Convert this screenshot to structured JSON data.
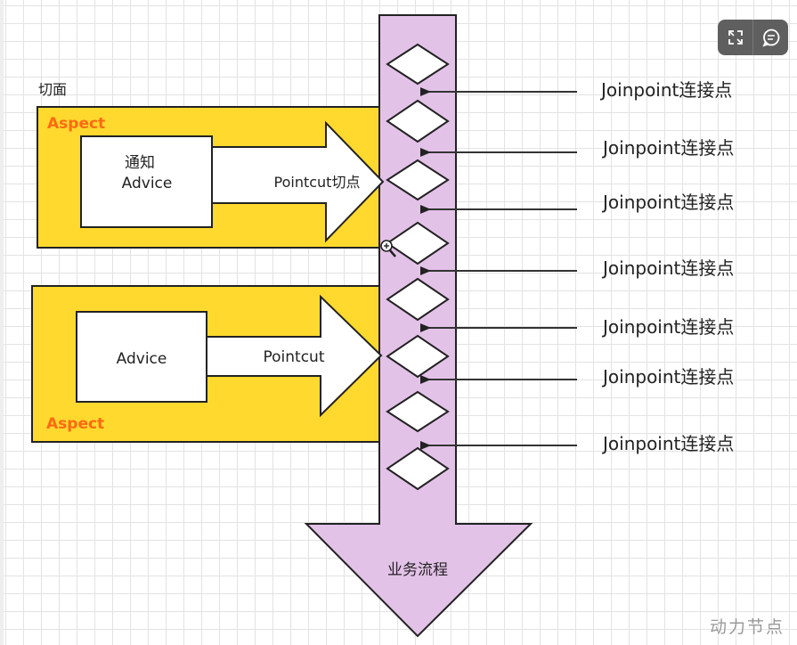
{
  "diagram": {
    "section_title": "切面",
    "aspect_top": {
      "label": "Aspect",
      "advice_line1": "通知",
      "advice_line2": "Advice",
      "pointcut_label": "Pointcut切点"
    },
    "aspect_bottom": {
      "label": "Aspect",
      "advice_label": "Advice",
      "pointcut_label": "Pointcut"
    },
    "flow_label": "业务流程",
    "joinpoints": [
      "Joinpoint连接点",
      "Joinpoint连接点",
      "Joinpoint连接点",
      "Joinpoint连接点",
      "Joinpoint连接点",
      "Joinpoint连接点",
      "Joinpoint连接点"
    ],
    "colors": {
      "aspect_fill": "#ffd92e",
      "flow_fill": "#e3c2e8",
      "aspect_label": "#ff6a13",
      "stroke": "#222222"
    }
  },
  "toolbar": {
    "icons": [
      "expand-icon",
      "comment-icon"
    ]
  },
  "watermark": "动力节点"
}
